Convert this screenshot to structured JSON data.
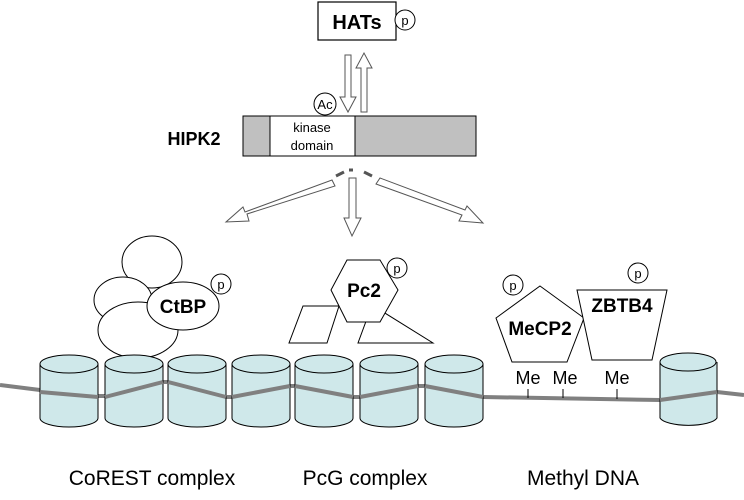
{
  "hats": {
    "label": "HATs",
    "phospho": "p"
  },
  "hipk2": {
    "label": "HIPK2",
    "domain_line1": "kinase",
    "domain_line2": "domain",
    "acetyl": "Ac"
  },
  "ctbp": {
    "label": "CtBP",
    "phospho": "p"
  },
  "pc2": {
    "label": "Pc2",
    "phospho": "p"
  },
  "mecp2": {
    "label": "MeCP2",
    "phospho": "p"
  },
  "zbtb4": {
    "label": "ZBTB4",
    "phospho": "p"
  },
  "methyl_marks": [
    "Me",
    "Me",
    "Me"
  ],
  "captions": {
    "corest": "CoREST complex",
    "pcg": "PcG complex",
    "methyl": "Methyl DNA"
  },
  "colors": {
    "nucleosome_fill": "#cfe8ea",
    "dna": "#808080",
    "hipk2_bar": "#c0c0c0"
  }
}
